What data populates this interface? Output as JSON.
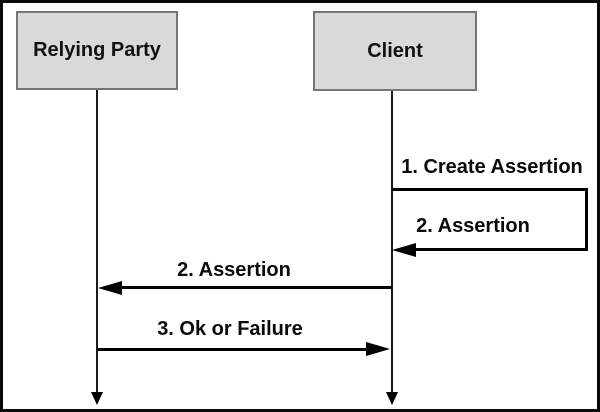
{
  "diagram": {
    "type": "sequence-diagram",
    "actors": [
      {
        "name": "Relying Party"
      },
      {
        "name": "Client"
      }
    ],
    "messages": [
      {
        "label": "1. Create Assertion",
        "from": "Client",
        "to": "Client",
        "kind": "self-call"
      },
      {
        "label": "2. Assertion",
        "from": "Client",
        "to": "Client",
        "kind": "self-return"
      },
      {
        "label": "2. Assertion",
        "from": "Client",
        "to": "Relying Party",
        "kind": "message-left"
      },
      {
        "label": "3. Ok or Failure",
        "from": "Relying Party",
        "to": "Client",
        "kind": "message-right"
      }
    ],
    "colors": {
      "background": "#ffffff",
      "outer_border": "#0a0a0a",
      "actor_fill": "#d9d9d9",
      "actor_border": "#757575",
      "line": "#000000",
      "text": "#0a0a0a"
    }
  }
}
